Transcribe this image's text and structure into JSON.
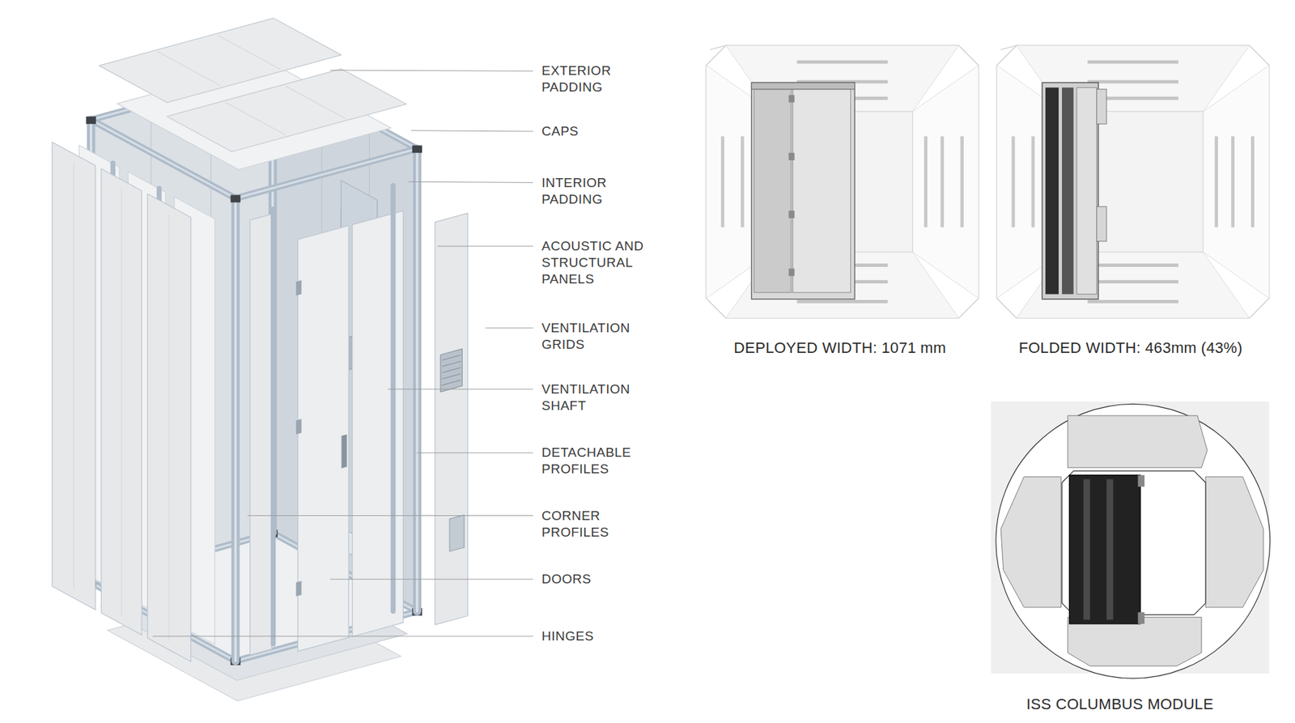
{
  "diagram": {
    "labels": [
      "EXTERIOR PADDING",
      "CAPS",
      "INTERIOR PADDING",
      "ACOUSTIC AND STRUCTURAL PANELS",
      "VENTILATION GRIDS",
      "VENTILATION SHAFT",
      "DETACHABLE PROFILES",
      "CORNER PROFILES",
      "DOORS",
      "HINGES",
      "DEPLOYED WIDTH: 1071 mm",
      "FOLDED WIDTH: 463mm (43%)",
      "ISS COLUMBUS MODULE"
    ]
  }
}
